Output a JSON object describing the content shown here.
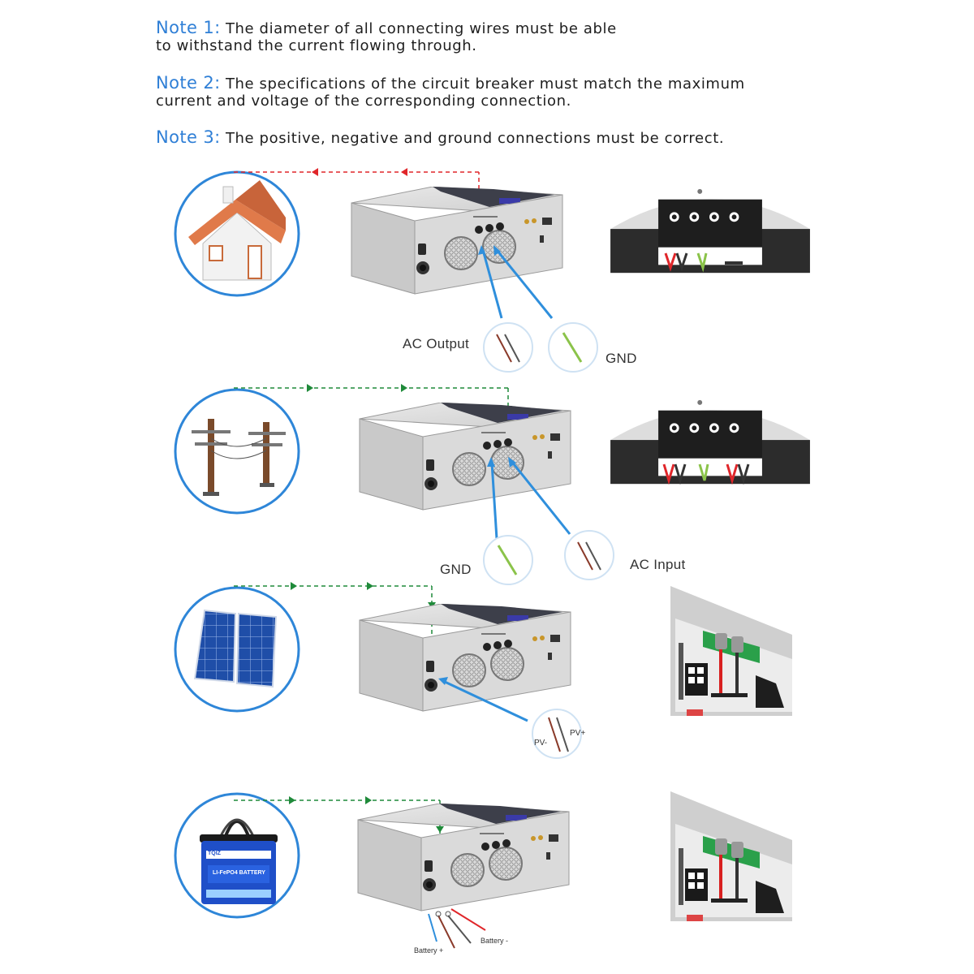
{
  "notes": [
    {
      "label": "Note 1:",
      "text": "The diameter of all connecting wires must be able",
      "text2": "to withstand the current flowing through."
    },
    {
      "label": "Note 2:",
      "text": "The specifications of the circuit breaker must match the maximum",
      "text2": "current and voltage of the corresponding connection."
    },
    {
      "label": "Note 3:",
      "text": "The positive, negative and ground connections must be correct.",
      "text2": ""
    }
  ],
  "labels": {
    "ac_output": "AC Output",
    "gnd_1": "GND",
    "gnd_2": "GND",
    "ac_input": "AC Input",
    "pv_minus": "PV-",
    "pv_plus": "PV+",
    "battery_plus": "Battery +",
    "battery_minus": "Battery -"
  },
  "battery_icon": {
    "brand": "TQIZ",
    "text": "LI-FePO4 BATTERY"
  },
  "colors": {
    "note_blue": "#2f7fd6",
    "circle_blue": "#2e86d8",
    "arrow_red": "#e0262a",
    "arrow_green": "#1f8a3a",
    "pointer_blue": "#2f8fdc"
  },
  "icons": [
    "house-icon",
    "power-pole-icon",
    "solar-panel-icon",
    "battery-icon",
    "inverter-icon",
    "terminal-block-icon",
    "wire-icon"
  ]
}
